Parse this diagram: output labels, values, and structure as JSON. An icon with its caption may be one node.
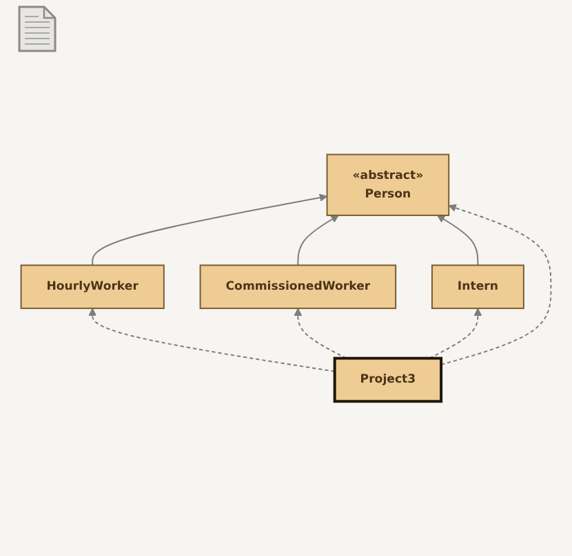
{
  "diagram": {
    "nodes": [
      {
        "text": [
          "«abstract»",
          "Person"
        ]
      },
      {
        "text": [
          "HourlyWorker"
        ]
      },
      {
        "text": [
          "Intern"
        ]
      },
      {
        "text": [
          "CommissionedWorker"
        ]
      },
      {
        "text": [
          "Project3"
        ]
      }
    ],
    "edges": [
      {
        "from": 1,
        "to": 0,
        "arrow": "to"
      },
      {
        "from": 3,
        "to": 0,
        "arrow": "to"
      },
      {
        "from": 2,
        "to": 0,
        "arrow": "to"
      },
      {
        "from": 4,
        "to": 0,
        "arrow": "to",
        "style": "dashed"
      },
      {
        "from": 4,
        "to": 1,
        "arrow": "to",
        "style": "dashed"
      },
      {
        "from": 4,
        "to": 2,
        "arrow": "to",
        "style": "dashed"
      },
      {
        "from": 4,
        "to": 3,
        "arrow": "to",
        "style": "dashed"
      }
    ]
  }
}
